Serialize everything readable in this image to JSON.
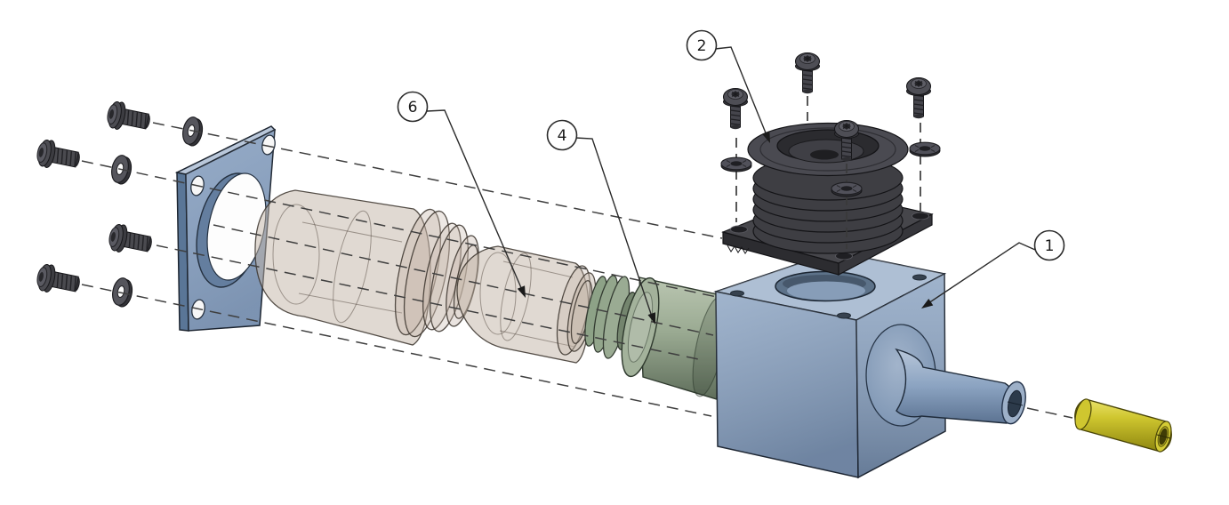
{
  "diagram": {
    "type": "CAD exploded assembly view",
    "background": "#ffffff",
    "description": "Exploded isometric view of a small pump/valve assembly with balloon callouts"
  },
  "callouts": [
    {
      "label": "2",
      "target": "motor-stack"
    },
    {
      "label": "6",
      "target": "inner-diaphragm-cup"
    },
    {
      "label": "4",
      "target": "piston-cylinder"
    },
    {
      "label": "1",
      "target": "pump-body-block"
    }
  ],
  "parts": [
    {
      "name": "pump-body-block",
      "callout": "1",
      "color": "#8ca4c2"
    },
    {
      "name": "motor-stack",
      "callout": "2",
      "color": "#3f3f44"
    },
    {
      "name": "piston-cylinder",
      "callout": "4",
      "color": "#9aaa92"
    },
    {
      "name": "inner-diaphragm-cup",
      "callout": "6",
      "color": "#c2b3a6"
    },
    {
      "name": "outer-diaphragm-cap",
      "color": "#c2b3a6"
    },
    {
      "name": "mounting-plate",
      "color": "#8ba3c2"
    },
    {
      "name": "fitting-collar",
      "color": "#93a68c"
    },
    {
      "name": "outlet-tube",
      "color": "#cfc62f"
    },
    {
      "name": "flange-screws",
      "count": 4,
      "color": "#4a4a4f"
    },
    {
      "name": "flange-washers",
      "count": 3,
      "color": "#55555c"
    },
    {
      "name": "motor-screws",
      "count": 4,
      "color": "#4e4e55"
    },
    {
      "name": "motor-washers",
      "count": 3,
      "color": "#51515a"
    }
  ],
  "colors": {
    "body_blue": "#8ca4c2",
    "plate_blue": "#8ba3c2",
    "plate_side": "#5a7697",
    "motor_dark": "#3e3e43",
    "motor_top": "#4a4a51",
    "seal_tan": "#c2b3a6",
    "piston_green": "#a3b29b",
    "tube_yellow": "#cfc62f",
    "construction_line": "#3f3f3f"
  }
}
